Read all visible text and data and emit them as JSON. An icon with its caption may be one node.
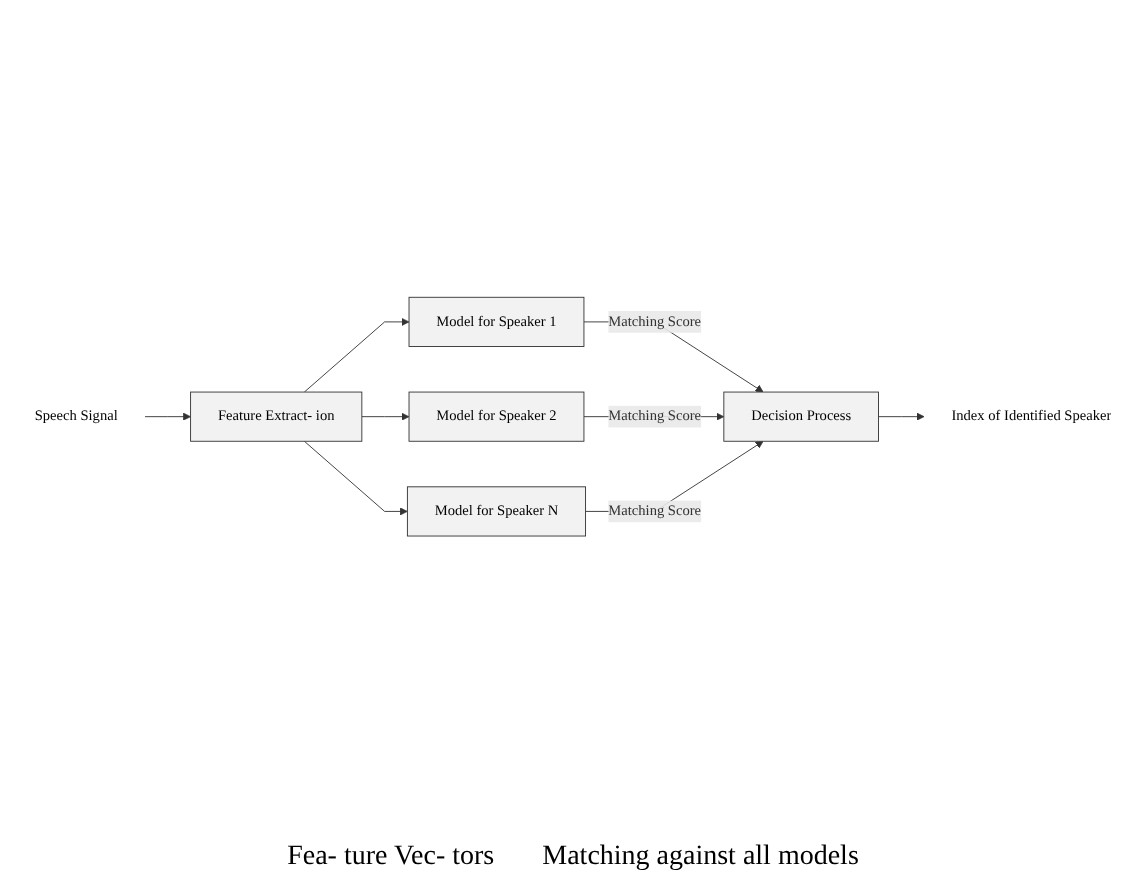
{
  "diagram": {
    "nodes": [
      {
        "text": [
          "Speech Signal"
        ]
      },
      {
        "text": [
          "Feature Extract- ion"
        ]
      },
      {
        "text": [
          "Model for Speaker 1"
        ]
      },
      {
        "text": [
          "Model for Speaker 2"
        ]
      },
      {
        "text": [
          "Model for Speaker N"
        ]
      },
      {
        "text": [
          "Decision Process"
        ]
      },
      {
        "text": [
          "Index of Identified Speaker"
        ]
      }
    ],
    "edges": [
      {
        "from": 0,
        "to": 1,
        "arrow": "to"
      },
      {
        "from": 1,
        "to": 2,
        "arrow": "to"
      },
      {
        "from": 1,
        "to": 3,
        "arrow": "to"
      },
      {
        "from": 1,
        "to": 4,
        "arrow": "to"
      },
      {
        "from": 2,
        "to": 5,
        "label": "Matching Score",
        "arrow": "to"
      },
      {
        "from": 3,
        "to": 5,
        "label": "Matching Score",
        "arrow": "to"
      },
      {
        "from": 4,
        "to": 5,
        "label": "Matching Score",
        "arrow": "to"
      },
      {
        "from": 5,
        "to": 6,
        "arrow": "to"
      }
    ],
    "labels": [
      "Fea- ture Vec- tors",
      "Matching against all models"
    ]
  }
}
